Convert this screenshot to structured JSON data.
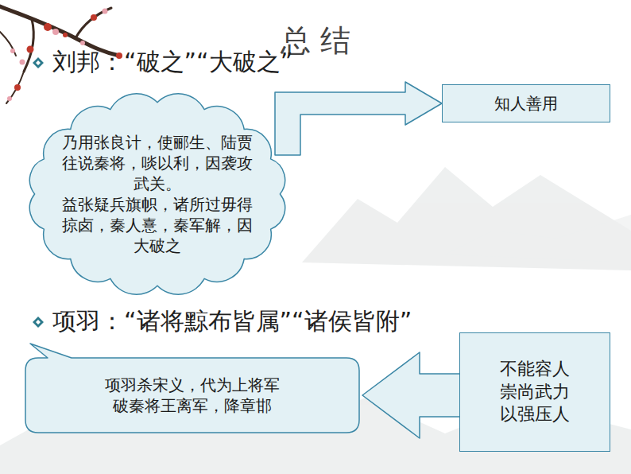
{
  "diagram": {
    "title": "总 结",
    "nodes": [
      {
        "text": [
          "乃用张良计，使郦生、陆贾往说秦将，啖以利，因袭攻武关。",
          "益张疑兵旗帜，诸所过毋得掠卤，秦人憙，秦军解，因大破之"
        ]
      },
      {
        "text": [
          "知人善用"
        ]
      },
      {
        "text": [
          "项羽杀宋义，代为上将军 破秦将王离军，降章邯"
        ]
      },
      {
        "text": [
          "不能容人 崇尚武力 以强压人"
        ]
      }
    ],
    "edges": [
      {
        "from": 0,
        "to": 1,
        "arrow": "to"
      },
      {
        "from": 3,
        "to": 2,
        "arrow": "to"
      }
    ],
    "labels": [
      "刘邦：“破之”“大破之”",
      "项羽：“诸将黥布皆属”“诸侯皆附”"
    ]
  }
}
